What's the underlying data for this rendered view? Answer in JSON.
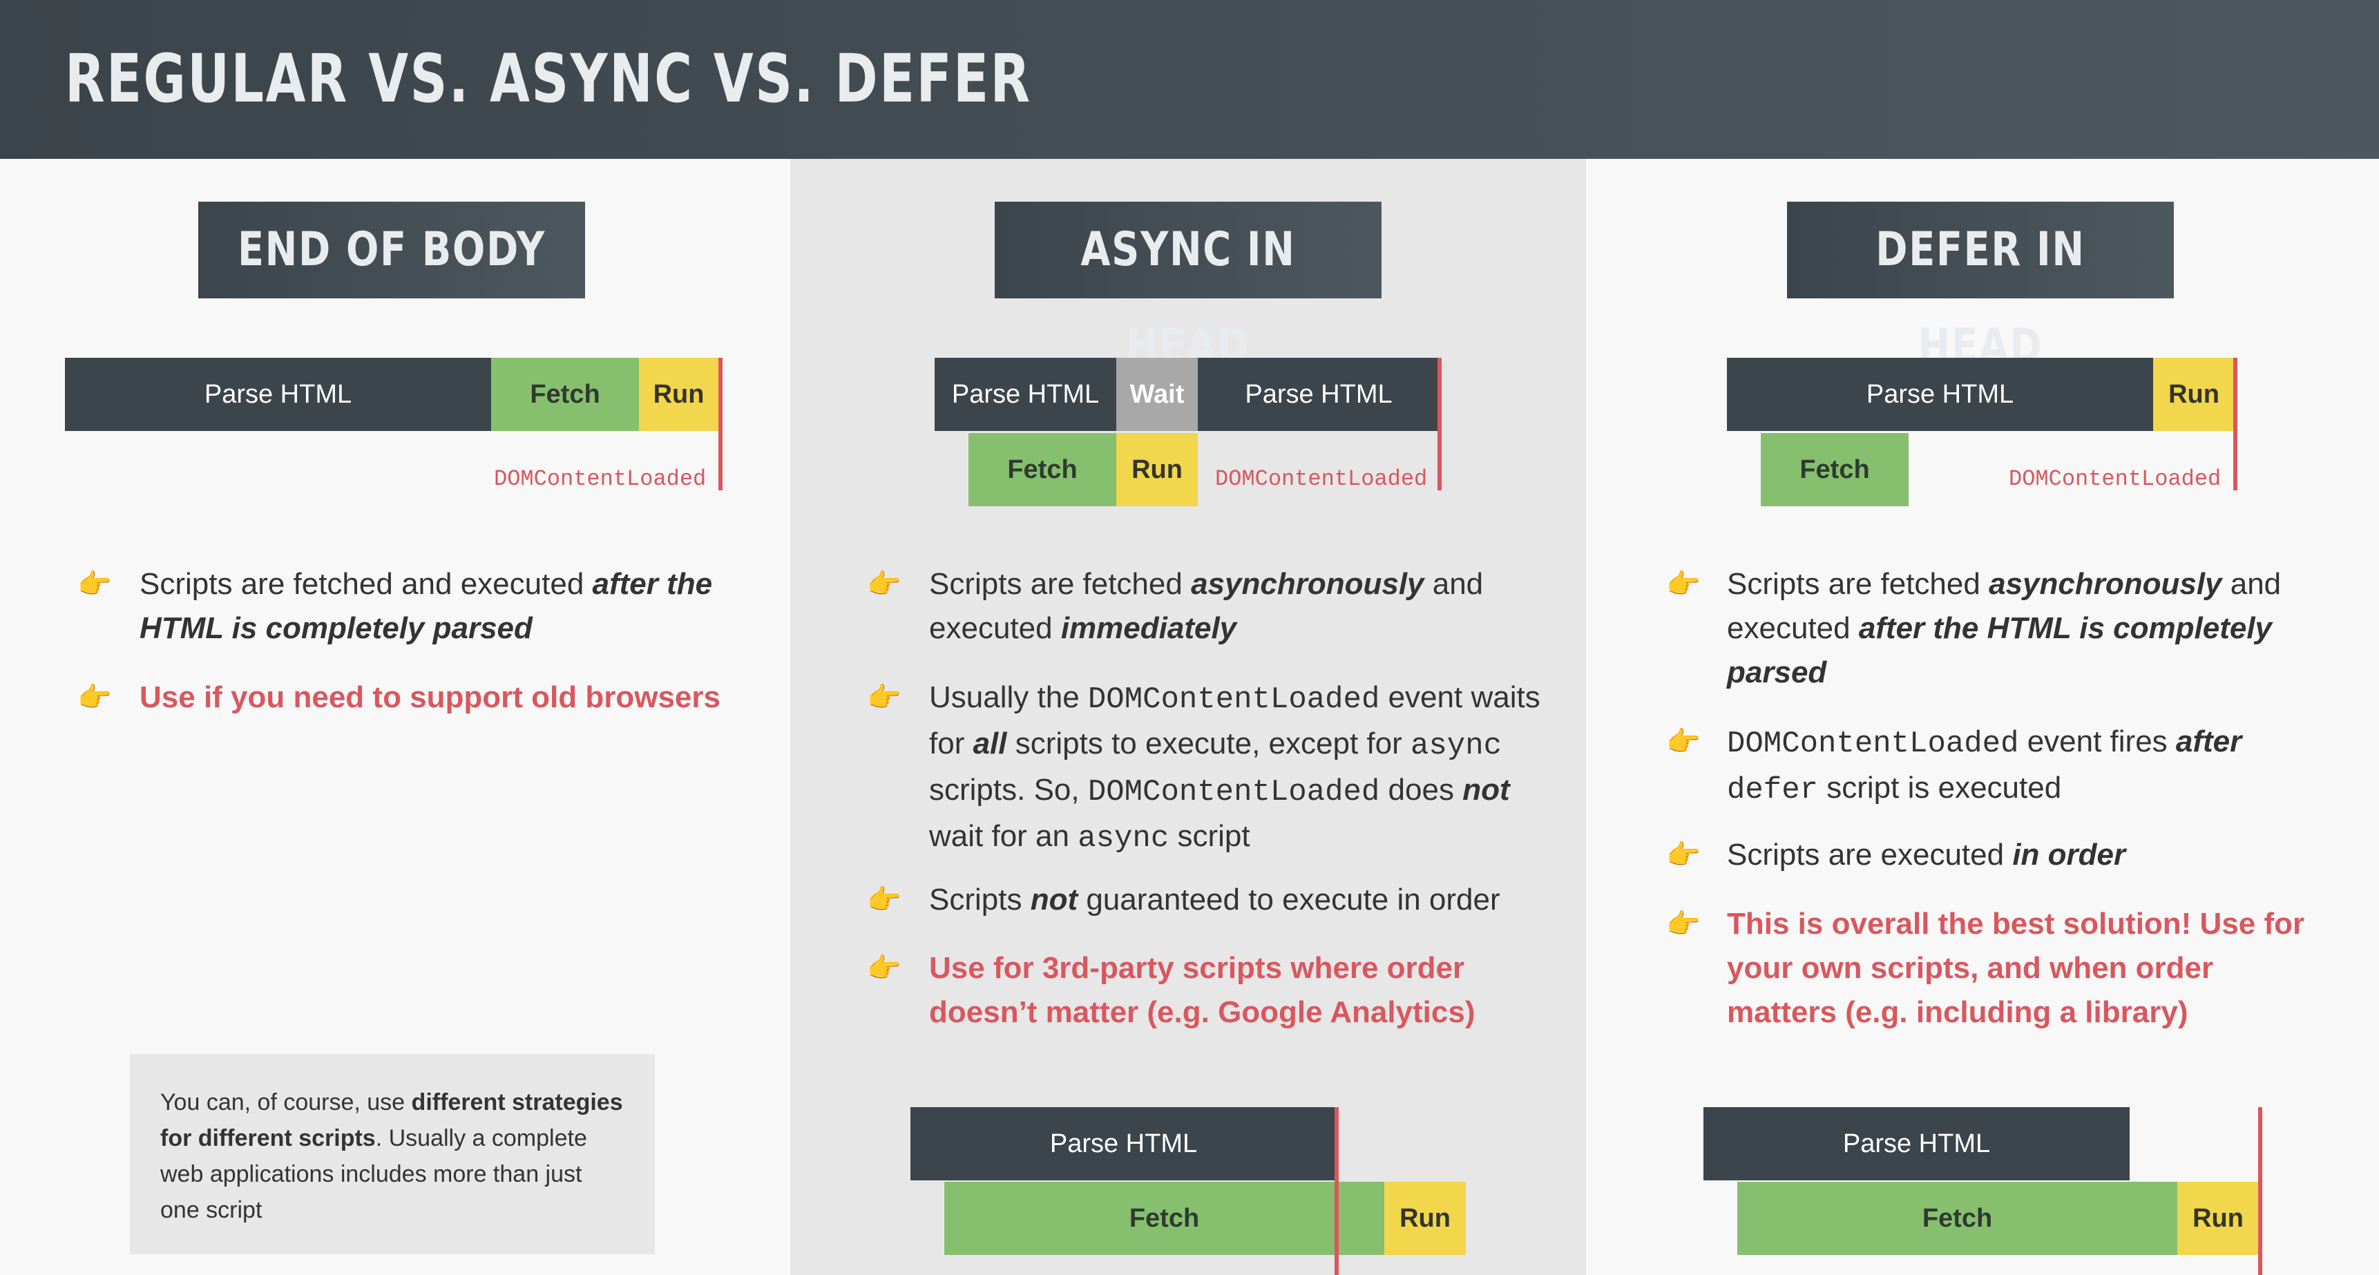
{
  "title": "REGULAR VS. ASYNC VS. DEFER",
  "columns": [
    {
      "heading": "END OF BODY",
      "bar": {
        "parse": "Parse HTML",
        "fetch": "Fetch",
        "run": "Run"
      },
      "dcl": "DOMContentLoaded",
      "bullets": {
        "b1_pre": "Scripts are fetched and executed ",
        "b1_em": "after the HTML is completely parsed",
        "b2": "Use if you need to support old browsers"
      }
    },
    {
      "heading": "ASYNC IN HEAD",
      "bar": {
        "parse1": "Parse HTML",
        "wait": "Wait",
        "parse2": "Parse HTML",
        "fetch": "Fetch",
        "run": "Run"
      },
      "dcl": "DOMContentLoaded",
      "bullets": {
        "b1_pre": "Scripts are fetched ",
        "b1_em": "asynchronously",
        "b1_mid": " and executed ",
        "b1_em2": "immediately",
        "b2_a": "Usually the ",
        "b2_code1": "DOMContentLoaded",
        "b2_b": " event waits for ",
        "b2_em": "all",
        "b2_c": " scripts to execute, except for ",
        "b2_code2": "async",
        "b2_d": " scripts. So, ",
        "b2_code3": "DOMContentLoaded",
        "b2_e": " does ",
        "b2_em2": "not",
        "b2_f": " wait for an ",
        "b2_code4": "async",
        "b2_g": " script",
        "b3_a": "Scripts ",
        "b3_em": "not",
        "b3_b": " guaranteed to execute in order",
        "b4": "Use for 3rd-party scripts where order doesn’t matter (e.g. Google Analytics)"
      },
      "bottom_bar": {
        "parse": "Parse HTML",
        "fetch": "Fetch",
        "run": "Run"
      }
    },
    {
      "heading": "DEFER IN HEAD",
      "bar": {
        "parse": "Parse HTML",
        "run": "Run",
        "fetch": "Fetch"
      },
      "dcl": "DOMContentLoaded",
      "bullets": {
        "b1_pre": "Scripts are fetched ",
        "b1_em": "asynchronously",
        "b1_mid": " and executed ",
        "b1_em2": "after the HTML is completely parsed",
        "b2_code1": "DOMContentLoaded",
        "b2_a": " event fires ",
        "b2_em": "after",
        "b2_code2": "defer",
        "b2_b": " script is executed",
        "b3_a": "Scripts are executed ",
        "b3_em": "in order",
        "b4": "This is overall the best solution! Use for your own scripts, and when order matters (e.g. including a library)"
      },
      "bottom_bar": {
        "parse": "Parse HTML",
        "fetch": "Fetch",
        "run": "Run"
      }
    }
  ],
  "note": {
    "a": "You can, of course, use ",
    "strong": "different strategies for different scripts",
    "b": ". Usually a complete web applications includes more than just one script"
  },
  "icons": {
    "bullet": "pointing-hand-icon"
  },
  "colors": {
    "parse": "#3c454b",
    "fetch": "#86c06e",
    "run": "#f2d64b",
    "wait": "#a8a8a8",
    "highlight": "#d9575e"
  }
}
